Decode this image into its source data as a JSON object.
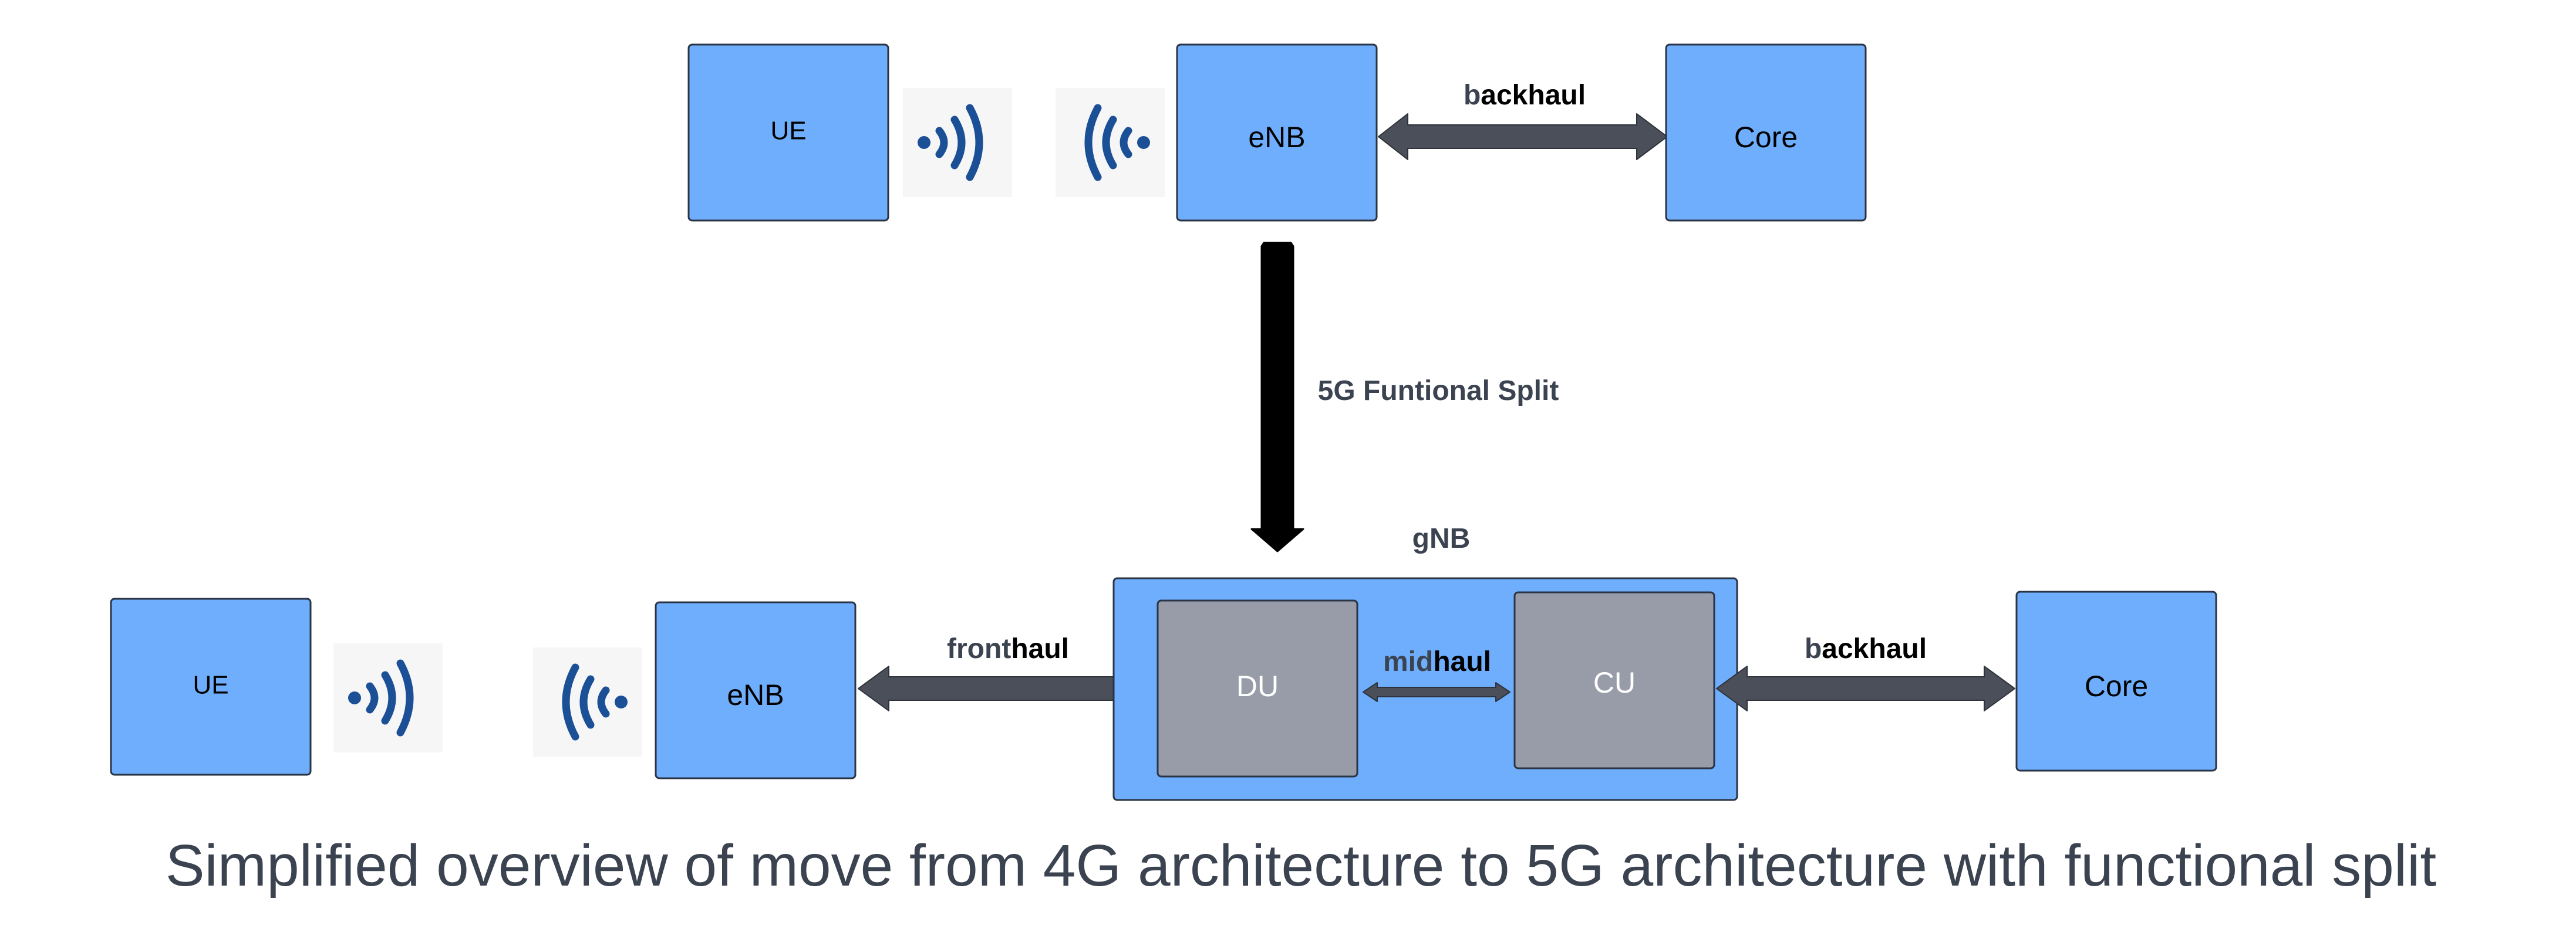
{
  "colors": {
    "box_fill": "#6eaefc",
    "box_stroke": "#2b3445",
    "unit_fill": "#979ca8",
    "arrow_fill": "#4a4f59",
    "split_arrow": "#000000",
    "signal": "#1b4f96",
    "signal_bg": "#ececec",
    "text_dark": "#000000",
    "text_gray": "#3b4350",
    "text_white": "#ffffff"
  },
  "top": {
    "ue_label": "UE",
    "enb_label": "eNB",
    "core_label": "Core",
    "backhaul": {
      "part1": "b",
      "part2": "ackhaul"
    }
  },
  "split_label": "5G Funtional Split",
  "bottom": {
    "ue_label": "UE",
    "enb_label": "eNB",
    "gnb_label": "gNB",
    "du_label": "DU",
    "cu_label": "CU",
    "core_label": "Core",
    "fronthaul": {
      "part1": "front",
      "part2": "haul"
    },
    "midhaul": {
      "part1": "mid",
      "part2": "haul"
    },
    "backhaul": {
      "part1": "b",
      "part2": "ackhaul"
    }
  },
  "caption": "Simplified overview of move from 4G architecture to 5G architecture with functional split",
  "icons": {
    "signal_out": "wireless-signal-icon",
    "signal_in": "wireless-signal-icon"
  }
}
